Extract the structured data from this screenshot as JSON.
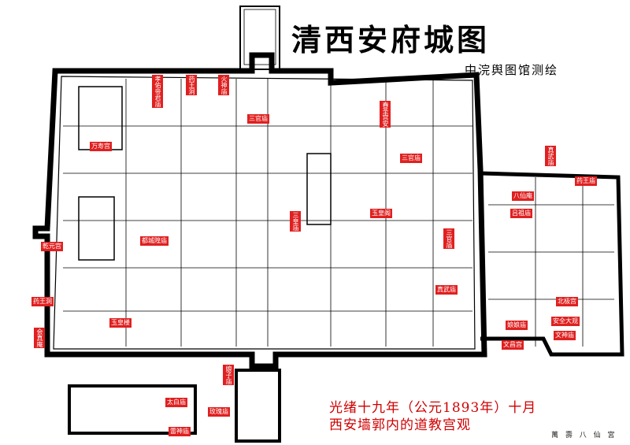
{
  "map": {
    "title": "清西安府城图",
    "subtitle": "中浣舆图馆测绘",
    "caption_line1": "光绪十九年（公元1893年）十月",
    "caption_line2": "西安墙郭内的道教宫观",
    "footnote": "萬 壽 八 仙 宮",
    "colors": {
      "wall": "#000000",
      "label_bg": "#e02020",
      "caption": "#d00000"
    }
  },
  "labels": [
    {
      "text": "万寿宫"
    },
    {
      "text": "孝佑帝君庙"
    },
    {
      "text": "药王洞"
    },
    {
      "text": "火神庙"
    },
    {
      "text": "三官庙"
    },
    {
      "text": "春圣宫安"
    },
    {
      "text": "三官庙"
    },
    {
      "text": "真武庙"
    },
    {
      "text": "八仙庵"
    },
    {
      "text": "药王庙"
    },
    {
      "text": "吕祖庙"
    },
    {
      "text": "三皇庙"
    },
    {
      "text": "玉皇阁"
    },
    {
      "text": "都城隍庙"
    },
    {
      "text": "乾元宫"
    },
    {
      "text": "三官庙"
    },
    {
      "text": "真武庙"
    },
    {
      "text": "北极宫"
    },
    {
      "text": "药王洞"
    },
    {
      "text": "玉皇楼"
    },
    {
      "text": "安全大观"
    },
    {
      "text": "娘娘庙"
    },
    {
      "text": "文神庙"
    },
    {
      "text": "会真庵"
    },
    {
      "text": "文昌宫"
    },
    {
      "text": "娘子庙"
    },
    {
      "text": "太白庙"
    },
    {
      "text": "玫瑰庙"
    },
    {
      "text": "雷神庙"
    }
  ]
}
